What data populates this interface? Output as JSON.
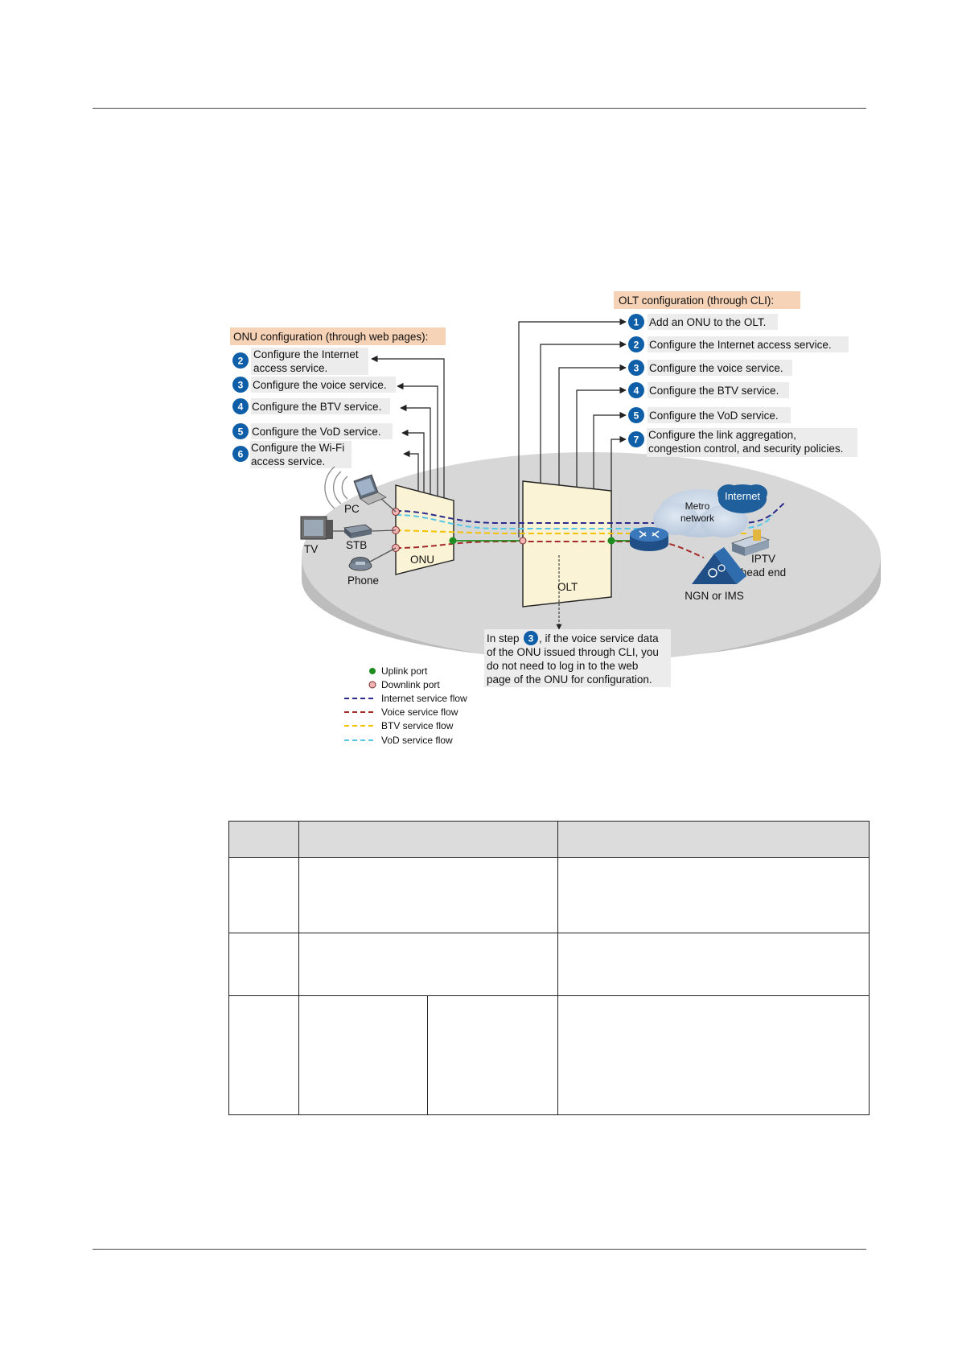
{
  "colors": {
    "badge": "#0f5ea8",
    "header_fill": "#f6d2b6",
    "label_fill": "#ececec",
    "device_fill": "#fbf3d5",
    "disk_top": "#d6d6d6",
    "internet_flow": "#2a2a8c",
    "voice_flow": "#a52a2a",
    "btv_flow": "#f2c200",
    "vod_flow": "#55c8e6",
    "uplink_port": "#1e8c1e",
    "downlink_port": "#f2b3b3"
  },
  "diagram": {
    "onu_header": "ONU configuration (through web pages):",
    "olt_header": "OLT configuration (through CLI):",
    "onu_steps": [
      {
        "num": "2",
        "lines": [
          "Configure the Internet",
          "access service."
        ]
      },
      {
        "num": "3",
        "lines": [
          "Configure the voice service."
        ]
      },
      {
        "num": "4",
        "lines": [
          "Configure the BTV service."
        ]
      },
      {
        "num": "5",
        "lines": [
          "Configure the VoD service."
        ]
      },
      {
        "num": "6",
        "lines": [
          "Configure the Wi-Fi",
          "access service."
        ]
      }
    ],
    "olt_steps": [
      {
        "num": "1",
        "lines": [
          "Add an ONU to the OLT."
        ]
      },
      {
        "num": "2",
        "lines": [
          "Configure the Internet access service."
        ]
      },
      {
        "num": "3",
        "lines": [
          "Configure the voice service."
        ]
      },
      {
        "num": "4",
        "lines": [
          "Configure the BTV service."
        ]
      },
      {
        "num": "5",
        "lines": [
          "Configure the VoD service."
        ]
      },
      {
        "num": "7",
        "lines": [
          "Configure the link aggregation,",
          "congestion control, and security policies."
        ]
      }
    ],
    "devices": {
      "pc": "PC",
      "tv": "TV",
      "stb": "STB",
      "phone": "Phone",
      "onu": "ONU",
      "olt": "OLT",
      "metro": [
        "Metro",
        "network"
      ],
      "internet": "Internet",
      "iptv": [
        "IPTV",
        "head end"
      ],
      "ngn": "NGN or IMS"
    },
    "note": {
      "prefix": "In step",
      "step": "3",
      "line1_rest": ", if the voice service data",
      "lines": [
        "of the ONU issued through CLI, you",
        "do not need to log in to the web",
        "page of the ONU for configuration."
      ]
    },
    "legend": [
      {
        "kind": "dot",
        "color": "#1e8c1e",
        "label": "Uplink port"
      },
      {
        "kind": "dot",
        "color": "#f2b3b3",
        "label": "Downlink port"
      },
      {
        "kind": "line",
        "color": "#2a2a8c",
        "label": "Internet service flow"
      },
      {
        "kind": "line",
        "color": "#a52a2a",
        "label": "Voice service flow"
      },
      {
        "kind": "line",
        "color": "#f2c200",
        "label": "BTV service flow"
      },
      {
        "kind": "line",
        "color": "#55c8e6",
        "label": "VoD service flow"
      }
    ]
  }
}
